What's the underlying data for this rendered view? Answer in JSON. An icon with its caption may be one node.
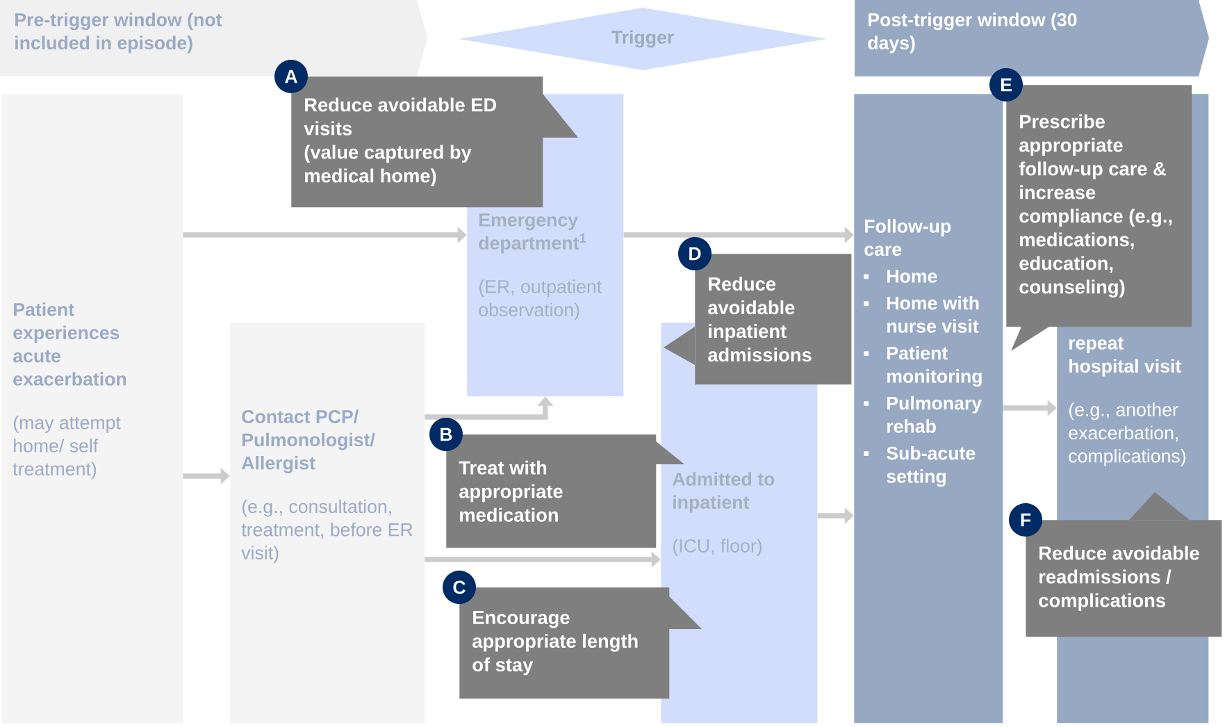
{
  "diagram": {
    "nodes": [
      {
        "text": [
          "Pre-trigger window (not included in episode)"
        ]
      },
      {
        "text": [
          "Trigger"
        ]
      },
      {
        "text": [
          "Post-trigger window (30 days)"
        ]
      },
      {
        "text": [
          "Patient experiences acute exacerbation",
          "(may attempt home/ self treatment)"
        ]
      },
      {
        "text": [
          "Emergency department$^{1}$",
          "(ER, outpatient observation)"
        ]
      },
      {
        "text": [
          "Contact PCP/ Pulmonologist/ Allergist",
          "(e.g., consultation, treatment, before ER visit)"
        ]
      },
      {
        "text": [
          "Admitted to inpatient",
          "(ICU, floor)"
        ]
      },
      {
        "text": [
          "Follow-up care",
          "Home",
          "Home with nurse visit",
          "Patient monitoring",
          "Pulmonary rehab",
          "Sub-acute setting"
        ]
      },
      {
        "text": [
          "repeat hospital visit",
          "(e.g., another exacerbation, complications)"
        ]
      },
      {
        "text": [
          "A",
          "Reduce avoidable ED visits",
          "(value captured by medical home)"
        ]
      },
      {
        "text": [
          "B",
          "Treat with appropriate medication"
        ]
      },
      {
        "text": [
          "C",
          "Encourage appropriate length of stay"
        ]
      },
      {
        "text": [
          "D",
          "Reduce avoidable inpatient admissions"
        ]
      },
      {
        "text": [
          "E",
          "Prescribe appropriate follow-up care & increase compliance (e.g., medications, education, counseling)"
        ]
      },
      {
        "text": [
          "F",
          "Reduce avoidable readmissions / complications"
        ]
      }
    ],
    "edges": [
      {
        "from": 3,
        "to": 4,
        "arrow": "to"
      },
      {
        "from": 3,
        "to": 5,
        "arrow": "to"
      },
      {
        "from": 4,
        "to": 7,
        "arrow": "to"
      },
      {
        "from": 5,
        "to": 4,
        "arrow": "to"
      },
      {
        "from": 5,
        "to": 6,
        "arrow": "to"
      },
      {
        "from": 6,
        "to": 7,
        "arrow": "to"
      },
      {
        "from": 7,
        "to": 8,
        "arrow": "to"
      }
    ]
  }
}
